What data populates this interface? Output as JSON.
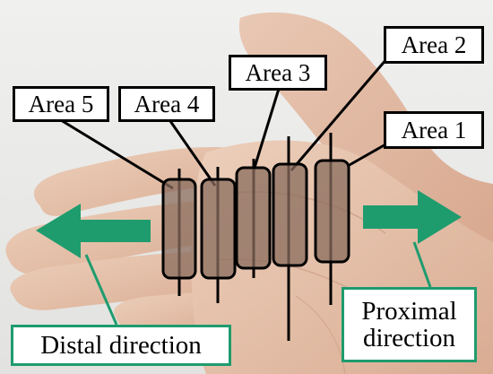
{
  "areas": [
    {
      "id": "area-5",
      "label": "Area 5"
    },
    {
      "id": "area-4",
      "label": "Area 4"
    },
    {
      "id": "area-3",
      "label": "Area 3"
    },
    {
      "id": "area-2",
      "label": "Area 2"
    },
    {
      "id": "area-1",
      "label": "Area 1"
    }
  ],
  "directions": {
    "distal": "Distal direction",
    "proximal_line1": "Proximal",
    "proximal_line2": "direction"
  },
  "colors": {
    "arrow": "#1e9c6e",
    "label_border": "#000000",
    "electrode_fill": "#8a6c5e",
    "skin": "#e6c3ad",
    "background": "#ececec"
  },
  "icons": {
    "distal_arrow": "arrow-left-icon",
    "proximal_arrow": "arrow-right-icon"
  }
}
